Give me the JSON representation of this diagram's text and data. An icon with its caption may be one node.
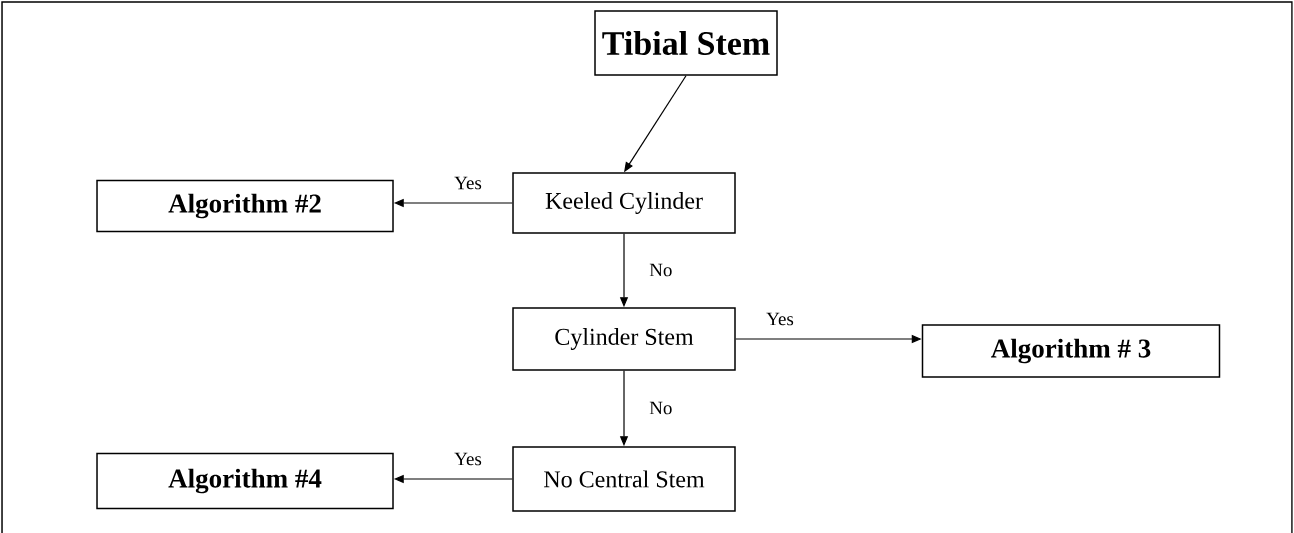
{
  "diagram": {
    "nodes": [
      {
        "text": [
          "Tibial Stem"
        ]
      },
      {
        "text": [
          "Keeled Cylinder"
        ]
      },
      {
        "text": [
          "Algorithm #2"
        ]
      },
      {
        "text": [
          "Cylinder Stem"
        ]
      },
      {
        "text": [
          "Algorithm # 3"
        ]
      },
      {
        "text": [
          "No Central Stem"
        ]
      },
      {
        "text": [
          "Algorithm #4"
        ]
      }
    ],
    "edges": [
      {
        "from": 0,
        "to": 1,
        "arrow": "to"
      },
      {
        "from": 1,
        "to": 2,
        "arrow": "to",
        "label": "Yes"
      },
      {
        "from": 1,
        "to": 3,
        "arrow": "to",
        "label": "No"
      },
      {
        "from": 3,
        "to": 4,
        "arrow": "to",
        "label": "Yes"
      },
      {
        "from": 3,
        "to": 5,
        "arrow": "to",
        "label": "No"
      },
      {
        "from": 5,
        "to": 6,
        "arrow": "to",
        "label": "Yes"
      }
    ]
  }
}
